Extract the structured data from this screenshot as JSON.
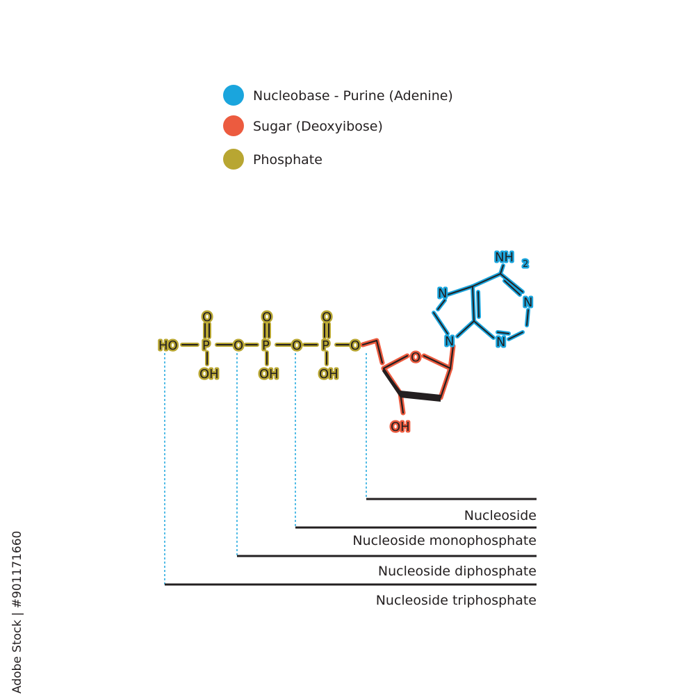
{
  "legend": {
    "items": [
      {
        "label": "Nucleobase - Purine (Adenine)",
        "color": "#1aa5dd"
      },
      {
        "label": "Sugar (Deoxyibose)",
        "color": "#ec5b3f"
      },
      {
        "label": "Phosphate",
        "color": "#b8a632"
      }
    ]
  },
  "molecule": {
    "phosphate_color": "#b8a632",
    "sugar_color": "#ec5b3f",
    "base_color": "#1aa5dd",
    "atoms": {
      "ho": "HO",
      "p": "P",
      "o": "O",
      "oh": "OH",
      "n": "N",
      "nh": "NH",
      "sub2": "2"
    }
  },
  "ranges": [
    {
      "label": "Nucleoside"
    },
    {
      "label": "Nucleoside monophosphate"
    },
    {
      "label": "Nucleoside diphosphate"
    },
    {
      "label": "Nucleoside triphosphate"
    }
  ],
  "stock_id": "Adobe Stock | #901171660"
}
